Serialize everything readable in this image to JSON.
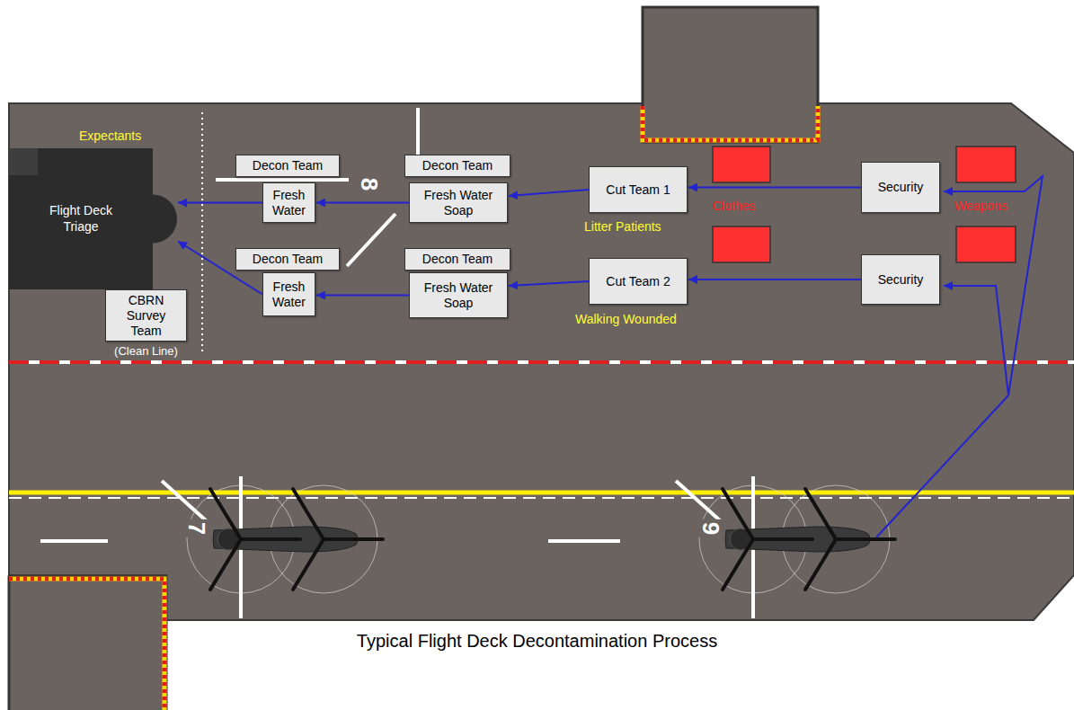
{
  "diagram": {
    "caption": "Typical Flight Deck Decontamination Process",
    "nodes": [
      {
        "text": [
          "Flight Deck Triage"
        ]
      },
      {
        "text": [
          "Decon Team"
        ]
      },
      {
        "text": [
          "Fresh Water"
        ]
      },
      {
        "text": [
          "Decon Team"
        ]
      },
      {
        "text": [
          "Fresh Water Soap"
        ]
      },
      {
        "text": [
          "Cut Team 1"
        ]
      },
      {
        "text": [
          "Security"
        ]
      },
      {
        "text": [
          "Decon Team"
        ]
      },
      {
        "text": [
          "Fresh Water"
        ]
      },
      {
        "text": [
          "Decon Team"
        ]
      },
      {
        "text": [
          "Fresh Water Soap"
        ]
      },
      {
        "text": [
          "Cut Team 2"
        ]
      },
      {
        "text": [
          "Security"
        ]
      },
      {
        "text": [
          "CBRN Survey Team",
          "(Clean Line)"
        ]
      }
    ],
    "edges": [
      {
        "from": 6,
        "to": 5,
        "arrow": "to"
      },
      {
        "from": 5,
        "to": 4,
        "arrow": "to"
      },
      {
        "from": 4,
        "to": 2,
        "arrow": "to"
      },
      {
        "from": 2,
        "to": 0,
        "arrow": "to"
      },
      {
        "from": 12,
        "to": 11,
        "arrow": "to"
      },
      {
        "from": 11,
        "to": 10,
        "arrow": "to"
      },
      {
        "from": 10,
        "to": 8,
        "arrow": "to"
      },
      {
        "from": 8,
        "to": 0,
        "arrow": "to"
      }
    ],
    "labels": [
      "Expectants",
      "Clothes",
      "Weapons",
      "Litter Patients",
      "Walking Wounded",
      "8",
      "7",
      "9"
    ]
  }
}
